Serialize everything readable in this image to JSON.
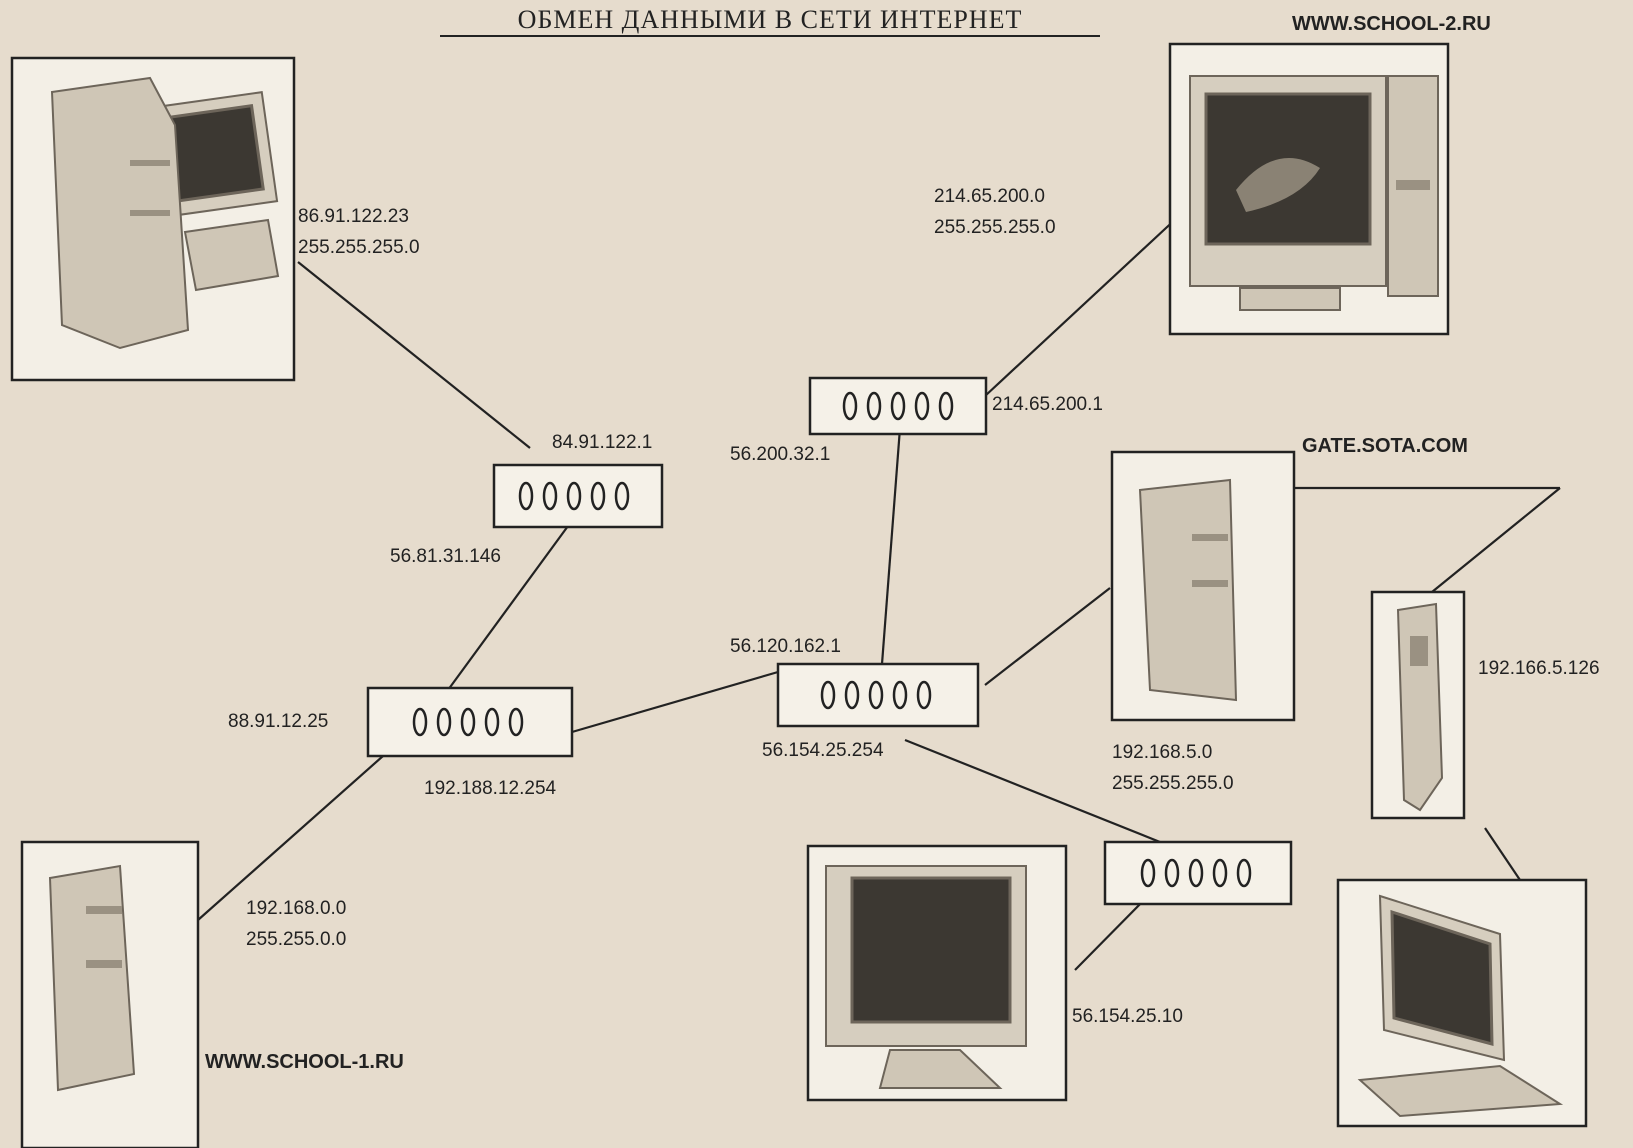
{
  "title": "ОБМЕН ДАННЫМИ В СЕТИ ИНТЕРНЕТ",
  "hosts": {
    "school2": "WWW.SCHOOL-2.RU",
    "gate": "GATE.SOTA.COM",
    "school1": "WWW.SCHOOL-1.RU"
  },
  "addresses": {
    "net_top_left_ip": "86.91.122.23",
    "net_top_left_mask": "255.255.255.0",
    "net_school2_ip": "214.65.200.0",
    "net_school2_mask": "255.255.255.0",
    "r_top_right_if": "214.65.200.1",
    "r_top_left_if": "84.91.122.1",
    "r_top_center_if": "56.200.32.1",
    "r_top_left_lower_if": "56.81.31.146",
    "r_center_upper_if": "56.120.162.1",
    "r_left_if": "88.91.12.25",
    "r_center_lower_if": "56.154.25.254",
    "r_left_lower_if": "192.188.12.254",
    "gate_net_ip": "192.168.5.0",
    "gate_net_mask": "255.255.255.0",
    "phone_ip": "192.166.5.126",
    "school1_net_ip": "192.168.0.0",
    "school1_net_mask": "255.255.0.0",
    "bottom_monitor_ip": "56.154.25.10"
  },
  "router_ports": "0 0 0 0 0",
  "colors": {
    "paper": "#e6dccd",
    "ink": "#222222"
  }
}
